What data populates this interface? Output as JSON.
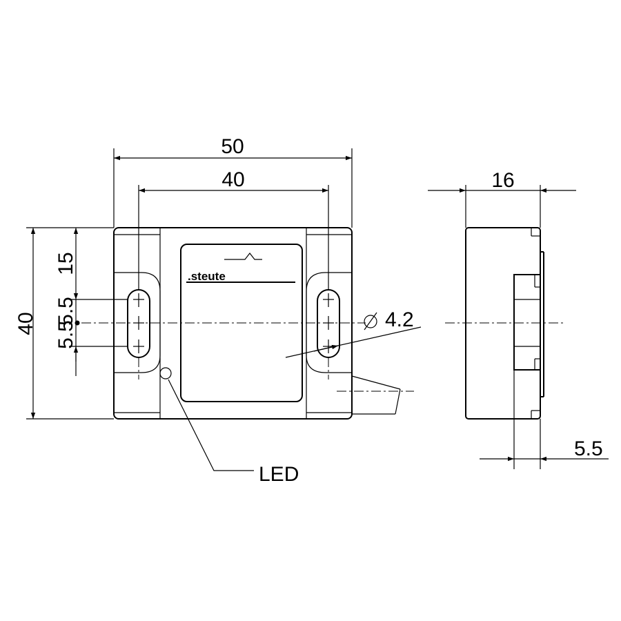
{
  "drawing": {
    "front_view": {
      "width_overall": "50",
      "hole_spacing": "40",
      "height_overall": "40",
      "offset_top": "15",
      "offset_mid": "5.5",
      "offset_bottom": "5.5",
      "hole_diameter": "4.2",
      "brand_label": ".steute",
      "led_label": "LED"
    },
    "side_view": {
      "depth": "16",
      "flange": "5.5"
    }
  }
}
